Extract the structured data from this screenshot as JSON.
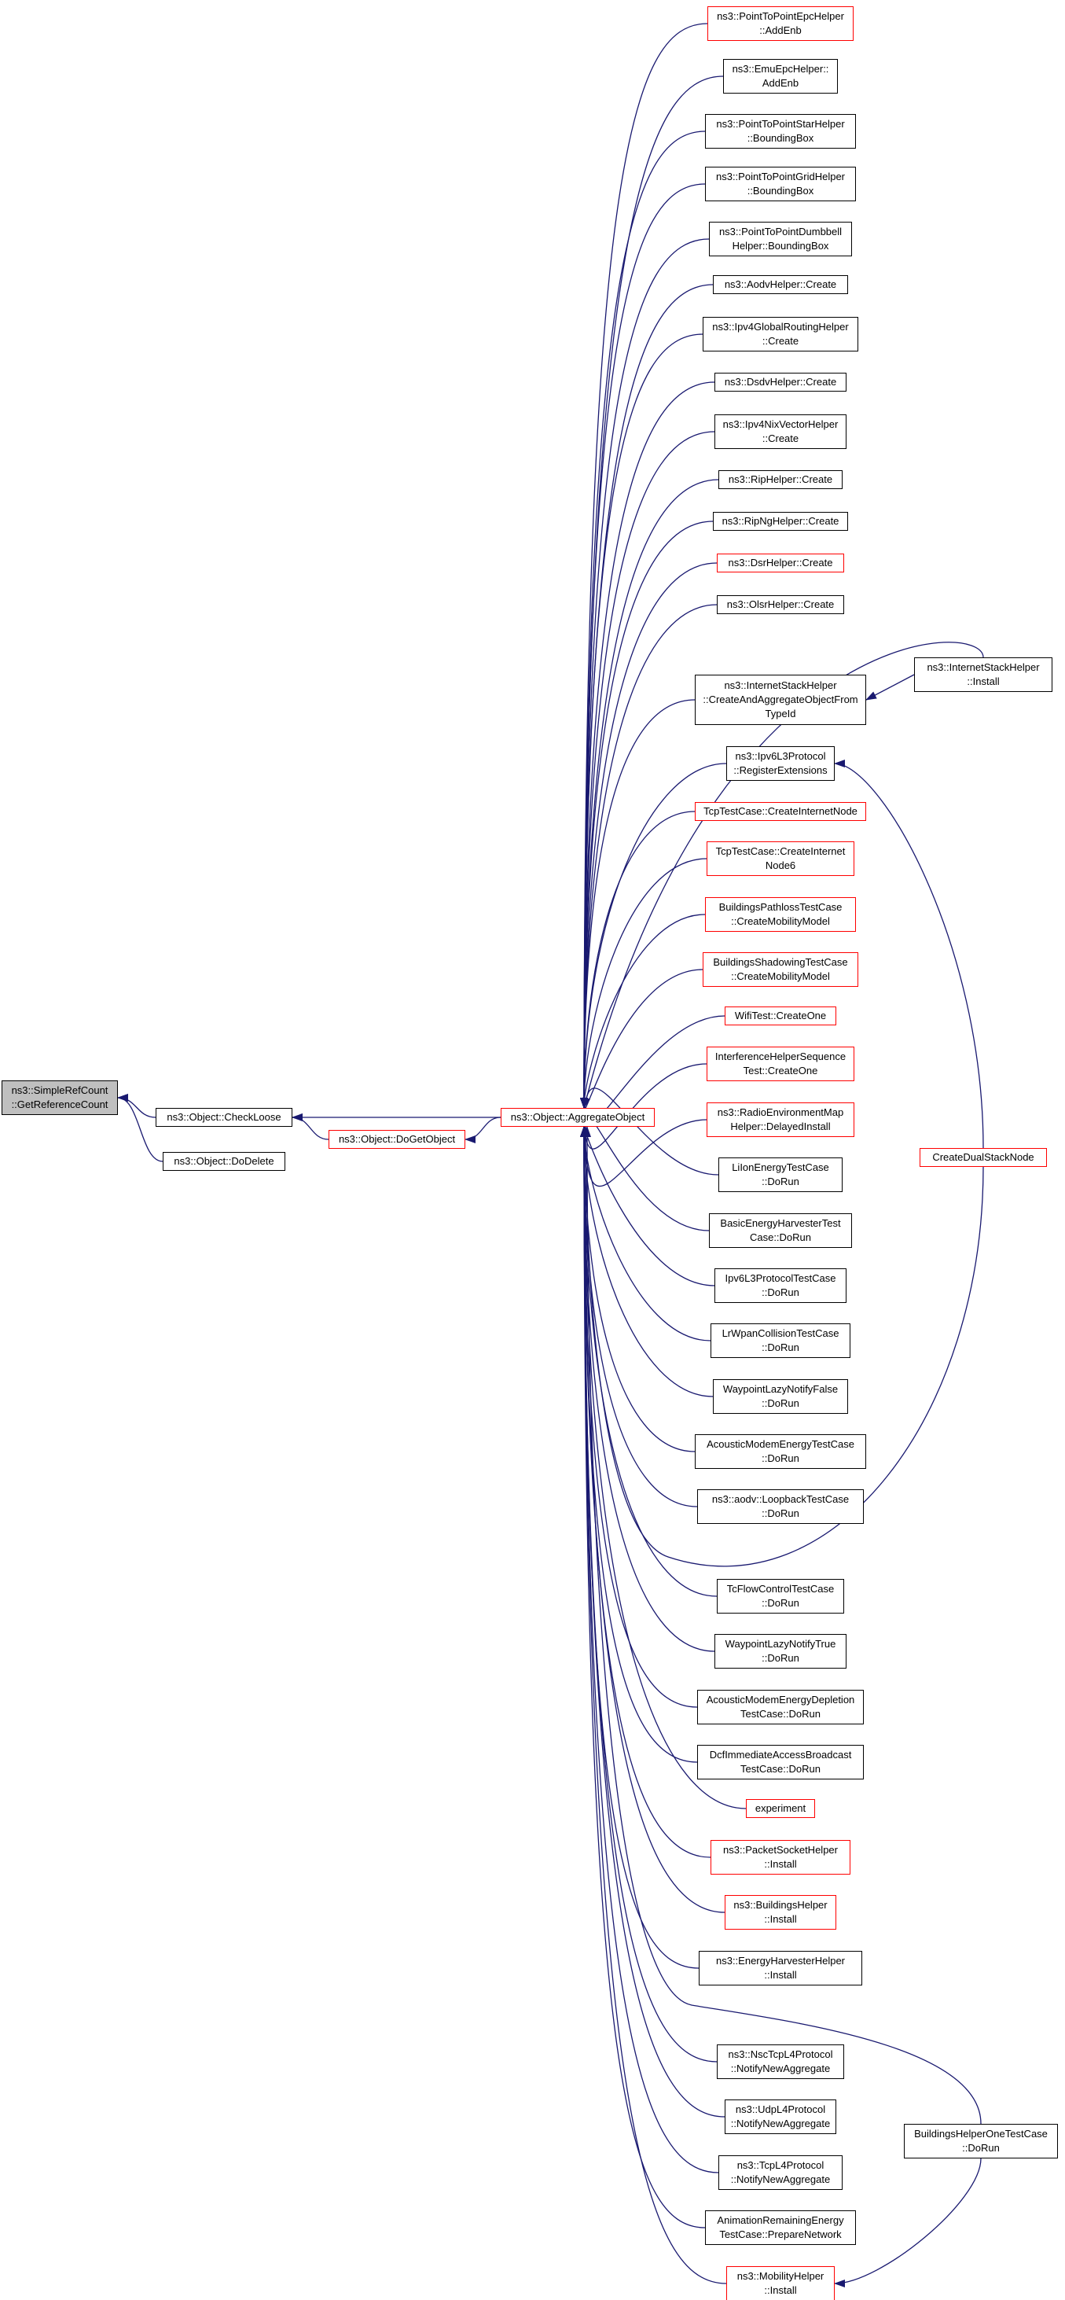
{
  "colors": {
    "edge": "#191970",
    "node_border": "#000000",
    "node_border_truncated": "#ff0000",
    "root_fill": "#bfbfbf"
  },
  "root": {
    "id": "root",
    "lines": [
      "ns3::SimpleRefCount",
      "::GetReferenceCount"
    ]
  },
  "nodes": [
    {
      "id": "checkloose",
      "lines": [
        "ns3::Object::CheckLoose"
      ],
      "red": false
    },
    {
      "id": "dodelete",
      "lines": [
        "ns3::Object::DoDelete"
      ],
      "red": false
    },
    {
      "id": "dogetobject",
      "lines": [
        "ns3::Object::DoGetObject"
      ],
      "red": true
    },
    {
      "id": "aggregate",
      "lines": [
        "ns3::Object::AggregateObject"
      ],
      "red": true
    },
    {
      "id": "c1",
      "lines": [
        "ns3::PointToPointEpcHelper",
        "::AddEnb"
      ],
      "red": true
    },
    {
      "id": "c2",
      "lines": [
        "ns3::EmuEpcHelper::",
        "AddEnb"
      ],
      "red": false
    },
    {
      "id": "c3",
      "lines": [
        "ns3::PointToPointStarHelper",
        "::BoundingBox"
      ],
      "red": false
    },
    {
      "id": "c4",
      "lines": [
        "ns3::PointToPointGridHelper",
        "::BoundingBox"
      ],
      "red": false
    },
    {
      "id": "c5",
      "lines": [
        "ns3::PointToPointDumbbell",
        "Helper::BoundingBox"
      ],
      "red": false
    },
    {
      "id": "c6",
      "lines": [
        "ns3::AodvHelper::Create"
      ],
      "red": false
    },
    {
      "id": "c7",
      "lines": [
        "ns3::Ipv4GlobalRoutingHelper",
        "::Create"
      ],
      "red": false
    },
    {
      "id": "c8",
      "lines": [
        "ns3::DsdvHelper::Create"
      ],
      "red": false
    },
    {
      "id": "c9",
      "lines": [
        "ns3::Ipv4NixVectorHelper",
        "::Create"
      ],
      "red": false
    },
    {
      "id": "c10",
      "lines": [
        "ns3::RipHelper::Create"
      ],
      "red": false
    },
    {
      "id": "c11",
      "lines": [
        "ns3::RipNgHelper::Create"
      ],
      "red": false
    },
    {
      "id": "c12",
      "lines": [
        "ns3::DsrHelper::Create"
      ],
      "red": true
    },
    {
      "id": "c13",
      "lines": [
        "ns3::OlsrHelper::Create"
      ],
      "red": false
    },
    {
      "id": "c14",
      "lines": [
        "ns3::InternetStackHelper",
        "::CreateAndAggregateObjectFrom",
        "TypeId"
      ],
      "red": false
    },
    {
      "id": "c15",
      "lines": [
        "ns3::Ipv6L3Protocol",
        "::RegisterExtensions"
      ],
      "red": false
    },
    {
      "id": "c16",
      "lines": [
        "TcpTestCase::CreateInternetNode"
      ],
      "red": true
    },
    {
      "id": "c17",
      "lines": [
        "TcpTestCase::CreateInternet",
        "Node6"
      ],
      "red": true
    },
    {
      "id": "c18",
      "lines": [
        "BuildingsPathlossTestCase",
        "::CreateMobilityModel"
      ],
      "red": true
    },
    {
      "id": "c19",
      "lines": [
        "BuildingsShadowingTestCase",
        "::CreateMobilityModel"
      ],
      "red": true
    },
    {
      "id": "c20",
      "lines": [
        "WifiTest::CreateOne"
      ],
      "red": true
    },
    {
      "id": "c21",
      "lines": [
        "InterferenceHelperSequence",
        "Test::CreateOne"
      ],
      "red": true
    },
    {
      "id": "c22",
      "lines": [
        "ns3::RadioEnvironmentMap",
        "Helper::DelayedInstall"
      ],
      "red": true
    },
    {
      "id": "c23",
      "lines": [
        "LiIonEnergyTestCase",
        "::DoRun"
      ],
      "red": false
    },
    {
      "id": "c24",
      "lines": [
        "BasicEnergyHarvesterTest",
        "Case::DoRun"
      ],
      "red": false
    },
    {
      "id": "c25",
      "lines": [
        "Ipv6L3ProtocolTestCase",
        "::DoRun"
      ],
      "red": false
    },
    {
      "id": "c26",
      "lines": [
        "LrWpanCollisionTestCase",
        "::DoRun"
      ],
      "red": false
    },
    {
      "id": "c27",
      "lines": [
        "WaypointLazyNotifyFalse",
        "::DoRun"
      ],
      "red": false
    },
    {
      "id": "c28",
      "lines": [
        "AcousticModemEnergyTestCase",
        "::DoRun"
      ],
      "red": false
    },
    {
      "id": "c29",
      "lines": [
        "ns3::aodv::LoopbackTestCase",
        "::DoRun"
      ],
      "red": false
    },
    {
      "id": "c30",
      "lines": [
        "TcFlowControlTestCase",
        "::DoRun"
      ],
      "red": false
    },
    {
      "id": "c31",
      "lines": [
        "WaypointLazyNotifyTrue",
        "::DoRun"
      ],
      "red": false
    },
    {
      "id": "c32",
      "lines": [
        "AcousticModemEnergyDepletion",
        "TestCase::DoRun"
      ],
      "red": false
    },
    {
      "id": "c33",
      "lines": [
        "DcfImmediateAccessBroadcast",
        "TestCase::DoRun"
      ],
      "red": false
    },
    {
      "id": "c34",
      "lines": [
        "experiment"
      ],
      "red": true
    },
    {
      "id": "c35",
      "lines": [
        "ns3::PacketSocketHelper",
        "::Install"
      ],
      "red": true
    },
    {
      "id": "c36",
      "lines": [
        "ns3::BuildingsHelper",
        "::Install"
      ],
      "red": true
    },
    {
      "id": "c37",
      "lines": [
        "ns3::EnergyHarvesterHelper",
        "::Install"
      ],
      "red": false
    },
    {
      "id": "c38",
      "lines": [
        "ns3::NscTcpL4Protocol",
        "::NotifyNewAggregate"
      ],
      "red": false
    },
    {
      "id": "c39",
      "lines": [
        "ns3::UdpL4Protocol",
        "::NotifyNewAggregate"
      ],
      "red": false
    },
    {
      "id": "c40",
      "lines": [
        "ns3::TcpL4Protocol",
        "::NotifyNewAggregate"
      ],
      "red": false
    },
    {
      "id": "c41",
      "lines": [
        "AnimationRemainingEnergy",
        "TestCase::PrepareNetwork"
      ],
      "red": false
    },
    {
      "id": "c42",
      "lines": [
        "ns3::MobilityHelper",
        "::Install"
      ],
      "red": true
    },
    {
      "id": "ish_install",
      "lines": [
        "ns3::InternetStackHelper",
        "::Install"
      ],
      "red": false
    },
    {
      "id": "dualstack",
      "lines": [
        "CreateDualStackNode"
      ],
      "red": true
    },
    {
      "id": "bhone",
      "lines": [
        "BuildingsHelperOneTestCase",
        "::DoRun"
      ],
      "red": false
    }
  ],
  "edges": [
    [
      "checkloose",
      "root"
    ],
    [
      "dodelete",
      "root"
    ],
    [
      "dogetobject",
      "checkloose"
    ],
    [
      "aggregate",
      "checkloose"
    ],
    [
      "aggregate",
      "dogetobject"
    ],
    [
      "c1",
      "aggregate"
    ],
    [
      "c2",
      "aggregate"
    ],
    [
      "c3",
      "aggregate"
    ],
    [
      "c4",
      "aggregate"
    ],
    [
      "c5",
      "aggregate"
    ],
    [
      "c6",
      "aggregate"
    ],
    [
      "c7",
      "aggregate"
    ],
    [
      "c8",
      "aggregate"
    ],
    [
      "c9",
      "aggregate"
    ],
    [
      "c10",
      "aggregate"
    ],
    [
      "c11",
      "aggregate"
    ],
    [
      "c12",
      "aggregate"
    ],
    [
      "c13",
      "aggregate"
    ],
    [
      "c14",
      "aggregate"
    ],
    [
      "c15",
      "aggregate"
    ],
    [
      "c16",
      "aggregate"
    ],
    [
      "c17",
      "aggregate"
    ],
    [
      "c18",
      "aggregate"
    ],
    [
      "c19",
      "aggregate"
    ],
    [
      "c20",
      "aggregate"
    ],
    [
      "c21",
      "aggregate"
    ],
    [
      "c22",
      "aggregate"
    ],
    [
      "c23",
      "aggregate"
    ],
    [
      "c24",
      "aggregate"
    ],
    [
      "c25",
      "aggregate"
    ],
    [
      "c26",
      "aggregate"
    ],
    [
      "c27",
      "aggregate"
    ],
    [
      "c28",
      "aggregate"
    ],
    [
      "c29",
      "aggregate"
    ],
    [
      "c30",
      "aggregate"
    ],
    [
      "c31",
      "aggregate"
    ],
    [
      "c32",
      "aggregate"
    ],
    [
      "c33",
      "aggregate"
    ],
    [
      "c34",
      "aggregate"
    ],
    [
      "c35",
      "aggregate"
    ],
    [
      "c36",
      "aggregate"
    ],
    [
      "c37",
      "aggregate"
    ],
    [
      "c38",
      "aggregate"
    ],
    [
      "c39",
      "aggregate"
    ],
    [
      "c40",
      "aggregate"
    ],
    [
      "c41",
      "aggregate"
    ],
    [
      "c42",
      "aggregate"
    ],
    [
      "ish_install",
      "aggregate"
    ],
    [
      "ish_install",
      "c14"
    ],
    [
      "dualstack",
      "aggregate"
    ],
    [
      "dualstack",
      "c15"
    ],
    [
      "bhone",
      "aggregate"
    ],
    [
      "bhone",
      "c42"
    ]
  ]
}
